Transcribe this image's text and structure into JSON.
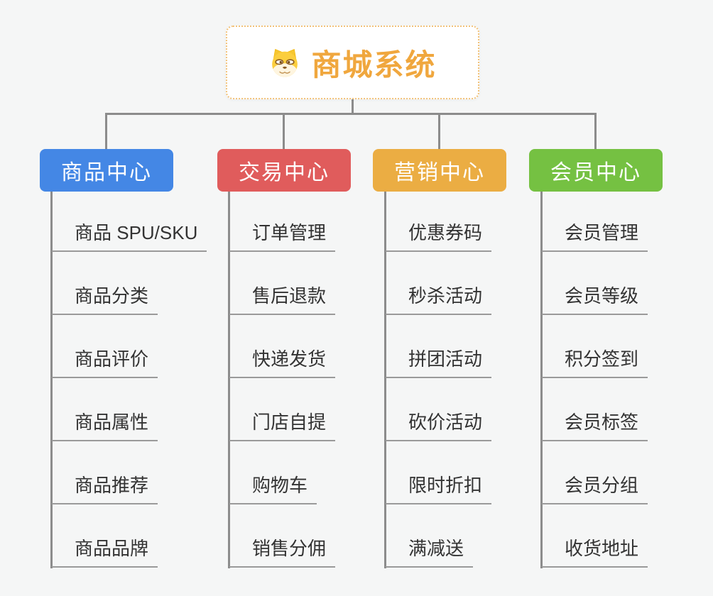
{
  "canvas": {
    "background": "#f5f6f6",
    "connector_color": "#8c8c8c",
    "underline_color": "#9a9a9a",
    "leaf_text_color": "#333333"
  },
  "root": {
    "title": "商城系统",
    "icon": "dog-face-icon",
    "title_color": "#f0a73e",
    "border_color": "#f2c27a",
    "background": "#ffffff"
  },
  "branches": [
    {
      "label": "商品中心",
      "color": "#4487e5",
      "text_color": "#ffffff",
      "items": [
        "商品 SPU/SKU",
        "商品分类",
        "商品评价",
        "商品属性",
        "商品推荐",
        "商品品牌"
      ]
    },
    {
      "label": "交易中心",
      "color": "#e05c5c",
      "text_color": "#ffffff",
      "items": [
        "订单管理",
        "售后退款",
        "快递发货",
        "门店自提",
        "购物车",
        "销售分佣"
      ]
    },
    {
      "label": "营销中心",
      "color": "#ebad43",
      "text_color": "#ffffff",
      "items": [
        "优惠券码",
        "秒杀活动",
        "拼团活动",
        "砍价活动",
        "限时折扣",
        "满减送"
      ]
    },
    {
      "label": "会员中心",
      "color": "#75c142",
      "text_color": "#ffffff",
      "items": [
        "会员管理",
        "会员等级",
        "积分签到",
        "会员标签",
        "会员分组",
        "收货地址"
      ]
    }
  ]
}
